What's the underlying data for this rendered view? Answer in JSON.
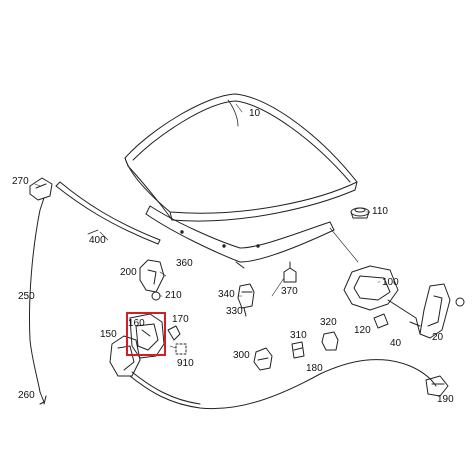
{
  "diagram": {
    "highlight_color": "#d11f26",
    "line_color": "#222222",
    "part_numbers": {
      "p10": "10",
      "p20": "20",
      "p40": "40",
      "p100": "100",
      "p110": "110",
      "p120": "120",
      "p150": "150",
      "p160": "160",
      "p170": "170",
      "p180": "180",
      "p190": "190",
      "p200": "200",
      "p210": "210",
      "p250": "250",
      "p260": "260",
      "p270": "270",
      "p300": "300",
      "p310": "310",
      "p320": "320",
      "p330": "330",
      "p340": "340",
      "p360": "360",
      "p370": "370",
      "p400": "400",
      "p910": "910"
    },
    "highlighted_part": "160"
  }
}
